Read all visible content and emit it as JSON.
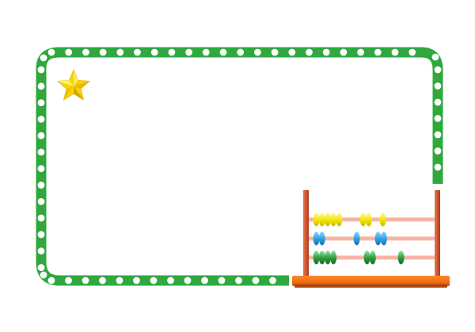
{
  "colors": {
    "frame_green": "#2fa83f",
    "dot_white": "#ffffff",
    "star_fill": "#f5d400",
    "star_shade": "#e0a800",
    "abacus_post": "#d2552f",
    "abacus_base": "#ef6d0c",
    "abacus_base_shadow": "#a94410",
    "abacus_rod": "#f8b5a6",
    "bead_yellow": "#f2e600",
    "bead_blue": "#2a9fe0",
    "bead_green": "#2e9a3c"
  },
  "decorations": {
    "corner_icon": "star-icon",
    "illustration": "abacus-icon"
  },
  "abacus": {
    "rods": [
      {
        "color": "yellow",
        "groups": [
          5,
          2,
          1
        ]
      },
      {
        "color": "blue",
        "groups": [
          2,
          1,
          2
        ]
      },
      {
        "color": "green",
        "groups": [
          4,
          2,
          1
        ]
      }
    ]
  }
}
